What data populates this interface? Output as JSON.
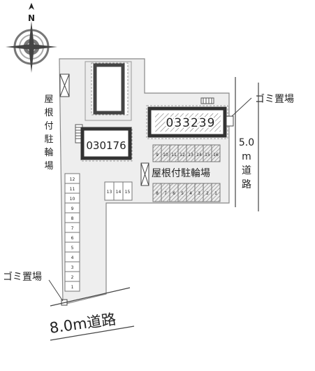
{
  "compass": {
    "north_label": "N"
  },
  "buildings": {
    "main": "033239",
    "second": "030176"
  },
  "labels": {
    "covered_bicycle_parking_vertical": [
      "屋",
      "根",
      "付",
      "駐",
      "輪",
      "場"
    ],
    "covered_bicycle_parking": "屋根付駐輪場",
    "garbage_right": "ゴミ置場",
    "garbage_left": "ゴミ置場",
    "road_right_width": "5.0",
    "road_right_unit": "m",
    "road_right_name": [
      "道",
      "路"
    ],
    "road_bottom": "8.0m道路"
  },
  "parking": {
    "left_column": [
      "12",
      "11",
      "10",
      "9",
      "8",
      "7",
      "6",
      "5",
      "4",
      "3",
      "2",
      "1"
    ],
    "middle_row": [
      "13",
      "14",
      "15"
    ],
    "right_top_row": [
      "9",
      "10",
      "11",
      "12",
      "13",
      "14",
      "15",
      "16"
    ],
    "right_bottom_row": [
      "8",
      "7",
      "6",
      "5",
      "4",
      "3",
      "2",
      "1"
    ]
  }
}
